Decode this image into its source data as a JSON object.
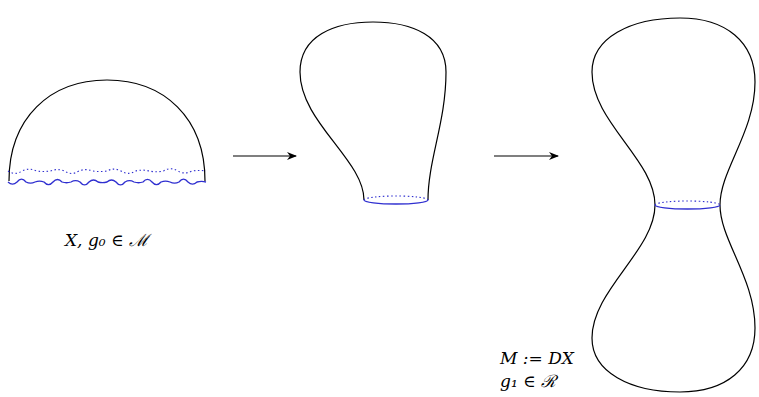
{
  "diagram": {
    "labels": [
      "X, g₀ ∈ ℳ",
      "M := DX",
      "g₁ ∈ ℛ"
    ]
  }
}
